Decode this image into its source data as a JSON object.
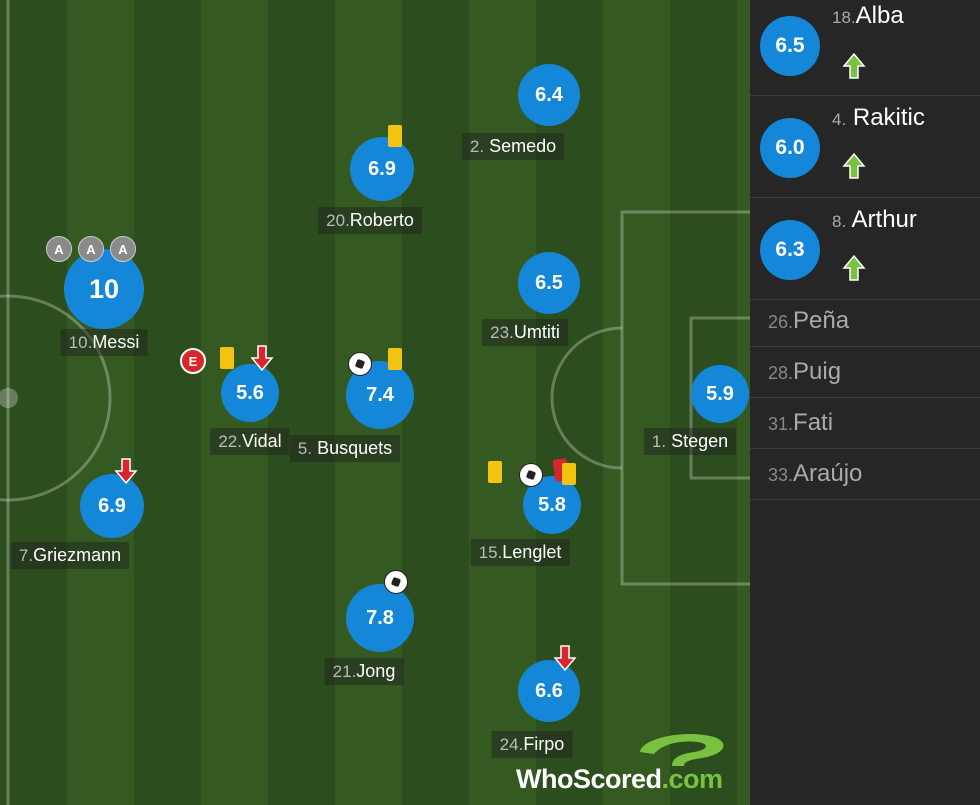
{
  "colors": {
    "rating": "#1587d9",
    "yellow_card": "#f2c40f",
    "red_card": "#d8262f",
    "sub_in": "#7ac142",
    "sub_out": "#d8262f"
  },
  "players": [
    {
      "num": "10.",
      "name": "Messi",
      "rating": "10",
      "badges": [
        "captain-A-icon",
        "captain-A-icon",
        "captain-A-icon"
      ],
      "captain_labels": [
        "A",
        "A",
        "A"
      ]
    },
    {
      "num": "22.",
      "name": "Vidal",
      "rating": "5.6",
      "badges": [
        "error-icon",
        "yellow-card-icon",
        "sub-out-icon"
      ],
      "error_label": "E"
    },
    {
      "num": "7.",
      "name": "Griezmann",
      "rating": "6.9",
      "badges": [
        "sub-out-icon"
      ]
    },
    {
      "num": "20.",
      "name": "Roberto",
      "rating": "6.9",
      "badges": [
        "yellow-card-icon"
      ]
    },
    {
      "num": "5.",
      "name": "Busquets",
      "rating": "7.4",
      "badges": [
        "goal-icon",
        "yellow-card-icon"
      ]
    },
    {
      "num": "21.",
      "name": "Jong",
      "rating": "7.8",
      "badges": [
        "goal-icon"
      ]
    },
    {
      "num": "2.",
      "name": "Semedo",
      "rating": "6.4",
      "badges": []
    },
    {
      "num": "23.",
      "name": "Umtiti",
      "rating": "6.5",
      "badges": []
    },
    {
      "num": "15.",
      "name": "Lenglet",
      "rating": "5.8",
      "badges": [
        "yellow-card-icon",
        "goal-icon",
        "red-card-icon"
      ]
    },
    {
      "num": "24.",
      "name": "Firpo",
      "rating": "6.6",
      "badges": [
        "sub-out-icon"
      ]
    },
    {
      "num": "1.",
      "name": "Stegen",
      "rating": "5.9",
      "badges": []
    }
  ],
  "subs": [
    {
      "num": "18.",
      "name": "Alba",
      "rating": "6.5",
      "icon": "sub-in-icon"
    },
    {
      "num": "4.",
      "name": "Rakitic",
      "rating": "6.0",
      "icon": "sub-in-icon"
    },
    {
      "num": "8.",
      "name": "Arthur",
      "rating": "6.3",
      "icon": "sub-in-icon"
    }
  ],
  "unused": [
    {
      "num": "26.",
      "name": "Peña"
    },
    {
      "num": "28.",
      "name": "Puig"
    },
    {
      "num": "31.",
      "name": "Fati"
    },
    {
      "num": "33.",
      "name": "Araújo"
    }
  ],
  "logo": {
    "brand": "WhoScored",
    "suffix": ".com"
  }
}
